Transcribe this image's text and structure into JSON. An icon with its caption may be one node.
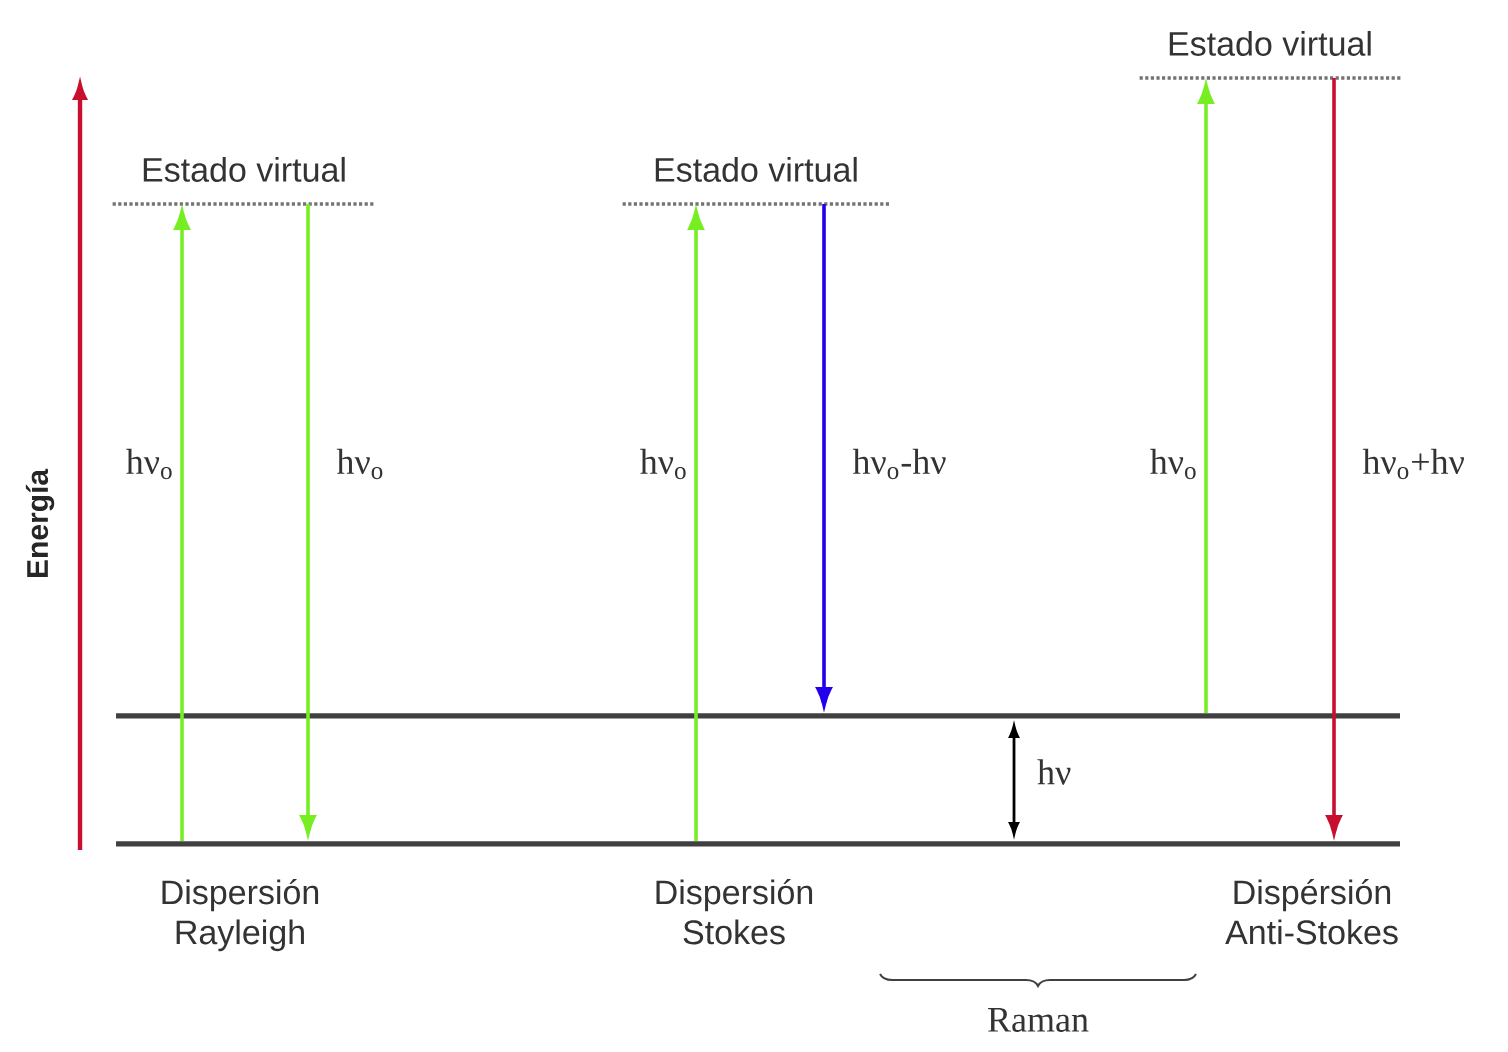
{
  "diagram": {
    "nodes": [
      {
        "text": [
          "Estado virtual"
        ]
      },
      {
        "text": [
          "Estado virtual"
        ]
      },
      {
        "text": [
          "Estado virtual"
        ]
      },
      {
        "text": [],
        "shape": "bar"
      },
      {
        "text": [],
        "shape": "bar"
      }
    ],
    "edges": [
      {
        "from": 4,
        "to": 0,
        "arrow": "to",
        "label": "hν$_{o}$"
      },
      {
        "from": 0,
        "to": 4,
        "arrow": "to",
        "label": "hν$_{o}$"
      },
      {
        "from": 4,
        "to": 1,
        "arrow": "to",
        "label": "hν$_{o}$"
      },
      {
        "from": 1,
        "to": 3,
        "arrow": "to",
        "label": "hν$_{o}$-hν",
        "color": "#2200ee"
      },
      {
        "from": 3,
        "to": 2,
        "arrow": "to",
        "label": "hν$_{o}$"
      },
      {
        "from": 2,
        "to": 4,
        "arrow": "to",
        "label": "hν$_{o}$+hν",
        "color": "#c8102e"
      }
    ],
    "labels": [
      "Energía",
      "hν",
      "Dispersión Rayleigh",
      "Dispersión Stokes",
      "Dispérsión Anti-Stokes",
      "Raman"
    ]
  }
}
